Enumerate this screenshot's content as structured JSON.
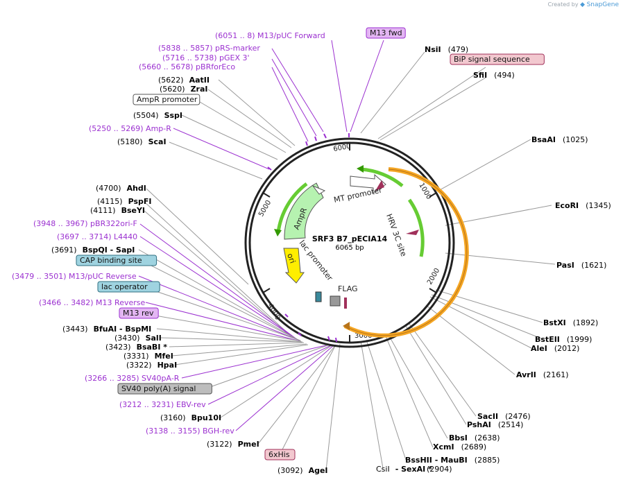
{
  "credit": {
    "prefix": "Created by",
    "brand": "SnapGene"
  },
  "plasmid": {
    "name": "SRF3 B7_pECIA14",
    "length": "6065 bp"
  },
  "tick_labels": [
    "6000",
    "1000",
    "2000",
    "3000",
    "4000",
    "5000"
  ],
  "features": [
    {
      "name": "MT promoter"
    },
    {
      "name": "HRV 3C site"
    },
    {
      "name": "FLAG"
    },
    {
      "name": "lac promoter"
    },
    {
      "name": "ori"
    },
    {
      "name": "AmpR"
    }
  ],
  "colors": {
    "enzyme": "#000000",
    "primer": "#9b30d0",
    "orange": "#f5a623",
    "green": "#66cc33",
    "ampr": "#b6f2b0",
    "ori": "#ffee00",
    "leader": "#999999"
  },
  "labels": [
    {
      "type": "primer",
      "text": "(6051 .. 8)  M13/pUC Forward"
    },
    {
      "type": "box-primer",
      "text": "M13 fwd"
    },
    {
      "type": "enzyme",
      "name": "NsiI",
      "pos": "(479)"
    },
    {
      "type": "box-pink",
      "text": "BiP signal sequence"
    },
    {
      "type": "enzyme",
      "name": "SfiI",
      "pos": "(494)"
    },
    {
      "type": "primer",
      "text": "(5838 .. 5857)  pRS-marker"
    },
    {
      "type": "primer",
      "text": "(5716 .. 5738)  pGEX 3'"
    },
    {
      "type": "primer",
      "text": "(5660 .. 5678)  pBRforEco"
    },
    {
      "type": "enzyme-left",
      "pos": "(5622)",
      "name": "AatII"
    },
    {
      "type": "enzyme-left",
      "pos": "(5620)",
      "name": "ZraI"
    },
    {
      "type": "box-white",
      "text": "AmpR promoter"
    },
    {
      "type": "enzyme-left",
      "pos": "(5504)",
      "name": "SspI"
    },
    {
      "type": "primer",
      "text": "(5250 .. 5269)  Amp-R"
    },
    {
      "type": "enzyme-left",
      "pos": "(5180)",
      "name": "ScaI"
    },
    {
      "type": "enzyme",
      "name": "BsaAI",
      "pos": "(1025)"
    },
    {
      "type": "enzyme",
      "name": "EcoRI",
      "pos": "(1345)"
    },
    {
      "type": "enzyme",
      "name": "PasI",
      "pos": "(1621)"
    },
    {
      "type": "enzyme-left",
      "pos": "(4700)",
      "name": "AhdI"
    },
    {
      "type": "enzyme-left",
      "pos": "(4115)",
      "name": "PspFI"
    },
    {
      "type": "enzyme-left",
      "pos": "(4111)",
      "name": "BseYI"
    },
    {
      "type": "primer",
      "text": "(3948 .. 3967)  pBR322ori-F"
    },
    {
      "type": "primer",
      "text": "(3697 .. 3714)  L4440"
    },
    {
      "type": "enzyme-left",
      "pos": "(3691)",
      "name": "BspQI  -  SapI"
    },
    {
      "type": "box-blue",
      "text": "CAP binding site"
    },
    {
      "type": "primer",
      "text": "(3479 .. 3501)  M13/pUC Reverse"
    },
    {
      "type": "box-blue",
      "text": "lac operator"
    },
    {
      "type": "primer",
      "text": "(3466 .. 3482)  M13 Reverse"
    },
    {
      "type": "box-primer",
      "text": "M13 rev"
    },
    {
      "type": "enzyme-left",
      "pos": "(3443)",
      "name": "BfuAI  -  BspMI"
    },
    {
      "type": "enzyme-left",
      "pos": "(3430)",
      "name": "SalI"
    },
    {
      "type": "enzyme-left",
      "pos": "(3423)",
      "name": "BsaBI *"
    },
    {
      "type": "enzyme-left",
      "pos": "(3331)",
      "name": "MfeI"
    },
    {
      "type": "enzyme-left",
      "pos": "(3322)",
      "name": "HpaI"
    },
    {
      "type": "primer",
      "text": "(3266 .. 3285)  SV40pA-R"
    },
    {
      "type": "box-gray",
      "text": "SV40 poly(A) signal"
    },
    {
      "type": "primer",
      "text": "(3212 .. 3231)  EBV-rev"
    },
    {
      "type": "enzyme-left",
      "pos": "(3160)",
      "name": "Bpu10I"
    },
    {
      "type": "primer",
      "text": "(3138 .. 3155)  BGH-rev"
    },
    {
      "type": "enzyme-left",
      "pos": "(3122)",
      "name": "PmeI"
    },
    {
      "type": "box-pink",
      "text": "6xHis"
    },
    {
      "type": "enzyme-left",
      "pos": "(3092)",
      "name": "AgeI"
    },
    {
      "type": "enzyme",
      "name": "BstXI",
      "pos": "(1892)"
    },
    {
      "type": "enzyme",
      "name": "BstEII",
      "pos": "(1999)"
    },
    {
      "type": "enzyme",
      "name": "AleI",
      "pos": "(2012)"
    },
    {
      "type": "enzyme",
      "name": "AvrII",
      "pos": "(2161)"
    },
    {
      "type": "enzyme",
      "name": "SacII",
      "pos": "(2476)"
    },
    {
      "type": "enzyme",
      "name": "PshAI",
      "pos": "(2514)"
    },
    {
      "type": "enzyme",
      "name": "BbsI",
      "pos": "(2638)"
    },
    {
      "type": "enzyme",
      "name": "XcmI",
      "pos": "(2689)"
    },
    {
      "type": "enzyme",
      "name": "BssHII  -  MauBI",
      "pos": "(2885)"
    },
    {
      "type": "enzyme-left",
      "pos": "CsiI",
      "name": "-  SexAI *"
    },
    {
      "type": "enzyme-pos",
      "name": "",
      "pos": "(2904)"
    }
  ]
}
